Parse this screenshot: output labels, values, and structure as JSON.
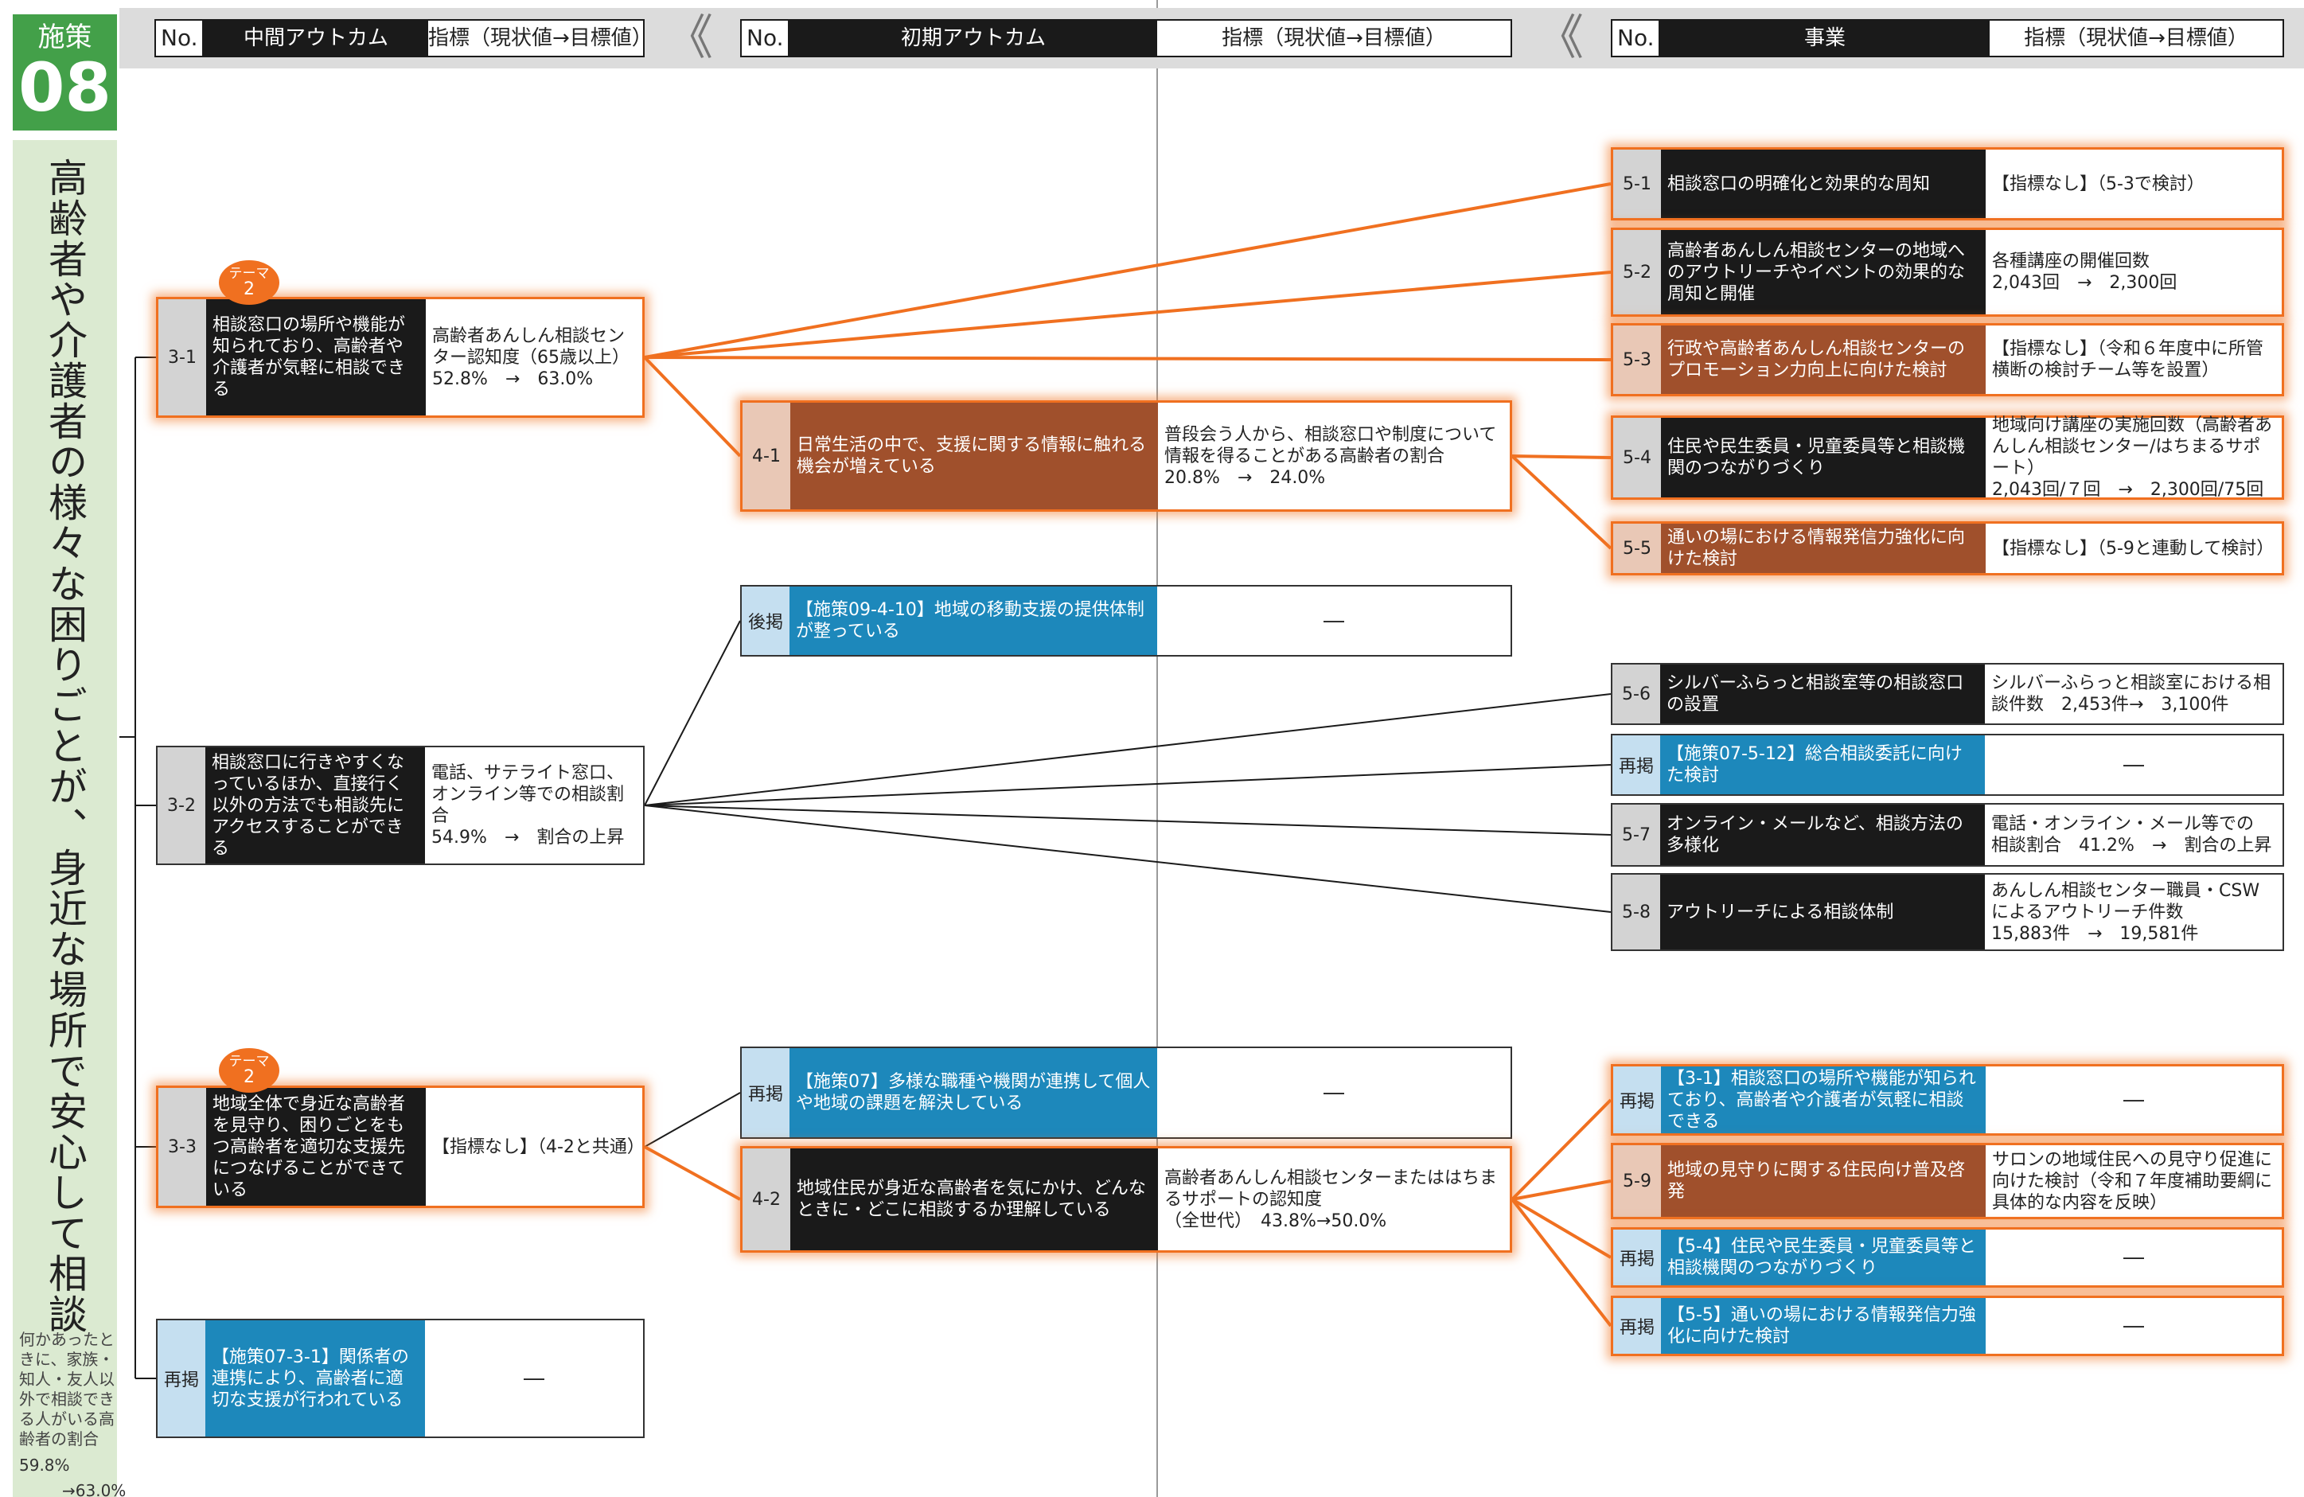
{
  "side": {
    "badge_label": "施策",
    "badge_number": "08",
    "title": "高齢者や介護者の様々な困りごとが、身近な場所で安心して相談されている",
    "indicator_text": "何かあったときに、家族・知人・友人以外で相談できる人がいる高齢者の割合",
    "indicator_value": "59.8%",
    "indicator_target": "→63.0%"
  },
  "headers": {
    "mid": {
      "no": "No.",
      "name": "中間アウトカム",
      "indicator": "指標（現状値→目標値）"
    },
    "init": {
      "no": "No.",
      "name": "初期アウトカム",
      "indicator": "指標（現状値→目標値）"
    },
    "proj": {
      "no": "No.",
      "name": "事業",
      "indicator": "指標（現状値→目標値）"
    },
    "chevron": "《"
  },
  "theme_tag": {
    "line1": "テーマ",
    "line2": "2"
  },
  "mid_outcomes": [
    {
      "no": "3-1",
      "desc": "相談窓口の場所や機能が知られており、高齢者や介護者が気軽に相談できる",
      "ind": "高齢者あんしん相談センター認知度（65歳以上）\n52.8%　→　63.0%"
    },
    {
      "no": "3-2",
      "desc": "相談窓口に行きやすくなっているほか、直接行く以外の方法でも相談先にアクセスすることができる",
      "ind": "電話、サテライト窓口、オンライン等での相談割合\n54.9%　→　割合の上昇"
    },
    {
      "no": "3-3",
      "desc": "地域全体で身近な高齢者を見守り、困りごとをもつ高齢者を適切な支援先につなげることができている",
      "ind": "【指標なし】（4-2と共通）"
    },
    {
      "no": "再掲",
      "desc": "【施策07-3-1】関係者の連携により、高齢者に適切な支援が行われている",
      "ind": "―"
    }
  ],
  "init_outcomes": [
    {
      "no": "4-1",
      "desc": "日常生活の中で、支援に関する情報に触れる機会が増えている",
      "ind": "普段会う人から、相談窓口や制度について情報を得ることがある高齢者の割合\n20.8%　→　24.0%"
    },
    {
      "no": "後掲",
      "desc": "【施策09-4-10】地域の移動支援の提供体制が整っている",
      "ind": "―"
    },
    {
      "no": "再掲",
      "desc": "【施策07】多様な職種や機関が連携して個人や地域の課題を解決している",
      "ind": "―"
    },
    {
      "no": "4-2",
      "desc": "地域住民が身近な高齢者を気にかけ、どんなときに・どこに相談するか理解している",
      "ind": "高齢者あんしん相談センターまたははちまるサポートの認知度\n（全世代）　43.8%→50.0%"
    }
  ],
  "projects": [
    {
      "no": "5-1",
      "desc": "相談窓口の明確化と効果的な周知",
      "ind": "【指標なし】（5-3で検討）"
    },
    {
      "no": "5-2",
      "desc": "高齢者あんしん相談センターの地域へのアウトリーチやイベントの効果的な周知と開催",
      "ind": "各種講座の開催回数\n2,043回　→　2,300回"
    },
    {
      "no": "5-3",
      "desc": "行政や高齢者あんしん相談センターのプロモーション力向上に向けた検討",
      "ind": "【指標なし】（令和６年度中に所管横断の検討チーム等を設置）"
    },
    {
      "no": "5-4",
      "desc": "住民や民生委員・児童委員等と相談機関のつながりづくり",
      "ind": "地域向け講座の実施回数（高齢者あんしん相談センター/はちまるサポート）\n2,043回/７回　→　2,300回/75回"
    },
    {
      "no": "5-5",
      "desc": "通いの場における情報発信力強化に向けた検討",
      "ind": "【指標なし】（5-9と連動して検討）"
    },
    {
      "no": "5-6",
      "desc": "シルバーふらっと相談室等の相談窓口の設置",
      "ind": "シルバーふらっと相談室における相談件数　2,453件→　3,100件"
    },
    {
      "no": "再掲",
      "desc": "【施策07-5-12】総合相談委託に向けた検討",
      "ind": "―"
    },
    {
      "no": "5-7",
      "desc": "オンライン・メールなど、相談方法の多様化",
      "ind": "電話・オンライン・メール等での\n相談割合　41.2%　→　割合の上昇"
    },
    {
      "no": "5-8",
      "desc": "アウトリーチによる相談体制",
      "ind": "あんしん相談センター職員・CSWによるアウトリーチ件数\n15,883件　→　19,581件"
    },
    {
      "no": "再掲",
      "desc": "【3-1】相談窓口の場所や機能が知られており、高齢者や介護者が気軽に相談できる",
      "ind": "―"
    },
    {
      "no": "5-9",
      "desc": "地域の見守りに関する住民向け普及啓発",
      "ind": "サロンの地域住民への見守り促進に向けた検討（令和７年度補助要綱に具体的な内容を反映）"
    },
    {
      "no": "再掲",
      "desc": "【5-4】住民や民生委員・児童委員等と相談機関のつながりづくり",
      "ind": "―"
    },
    {
      "no": "再掲",
      "desc": "【5-5】通いの場における情報発信力強化に向けた検討",
      "ind": "―"
    }
  ],
  "colors": {
    "green": "#43a049",
    "light_green": "#dbead1",
    "black_cell": "#1a1a1a",
    "brown_cell": "#a0502c",
    "blue_cell": "#1d88bb",
    "orange_highlight": "#f07020",
    "orange_link": "#f07020",
    "black_link": "#1a1a1a"
  }
}
